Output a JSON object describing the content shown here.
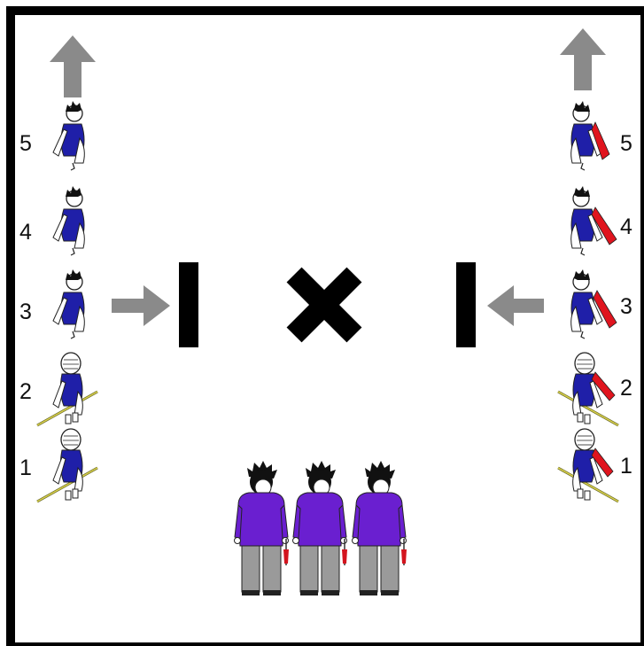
{
  "diagram": {
    "left_team": {
      "numbers": [
        "1",
        "2",
        "3",
        "4",
        "5"
      ],
      "uniform_color": "#1f1fa8"
    },
    "right_team": {
      "numbers": [
        "1",
        "2",
        "3",
        "4",
        "5"
      ],
      "uniform_color": "#1f1fa8",
      "marker_color": "#e0141e"
    },
    "referees": {
      "count": 3,
      "jacket_color": "#6a1fd0",
      "trouser_color": "#9a9a9a",
      "flag_color": "#d3141e"
    },
    "center_mark": "x-mark-icon",
    "arrow_color": "#8a8a8a",
    "frame_color": "#000000"
  }
}
